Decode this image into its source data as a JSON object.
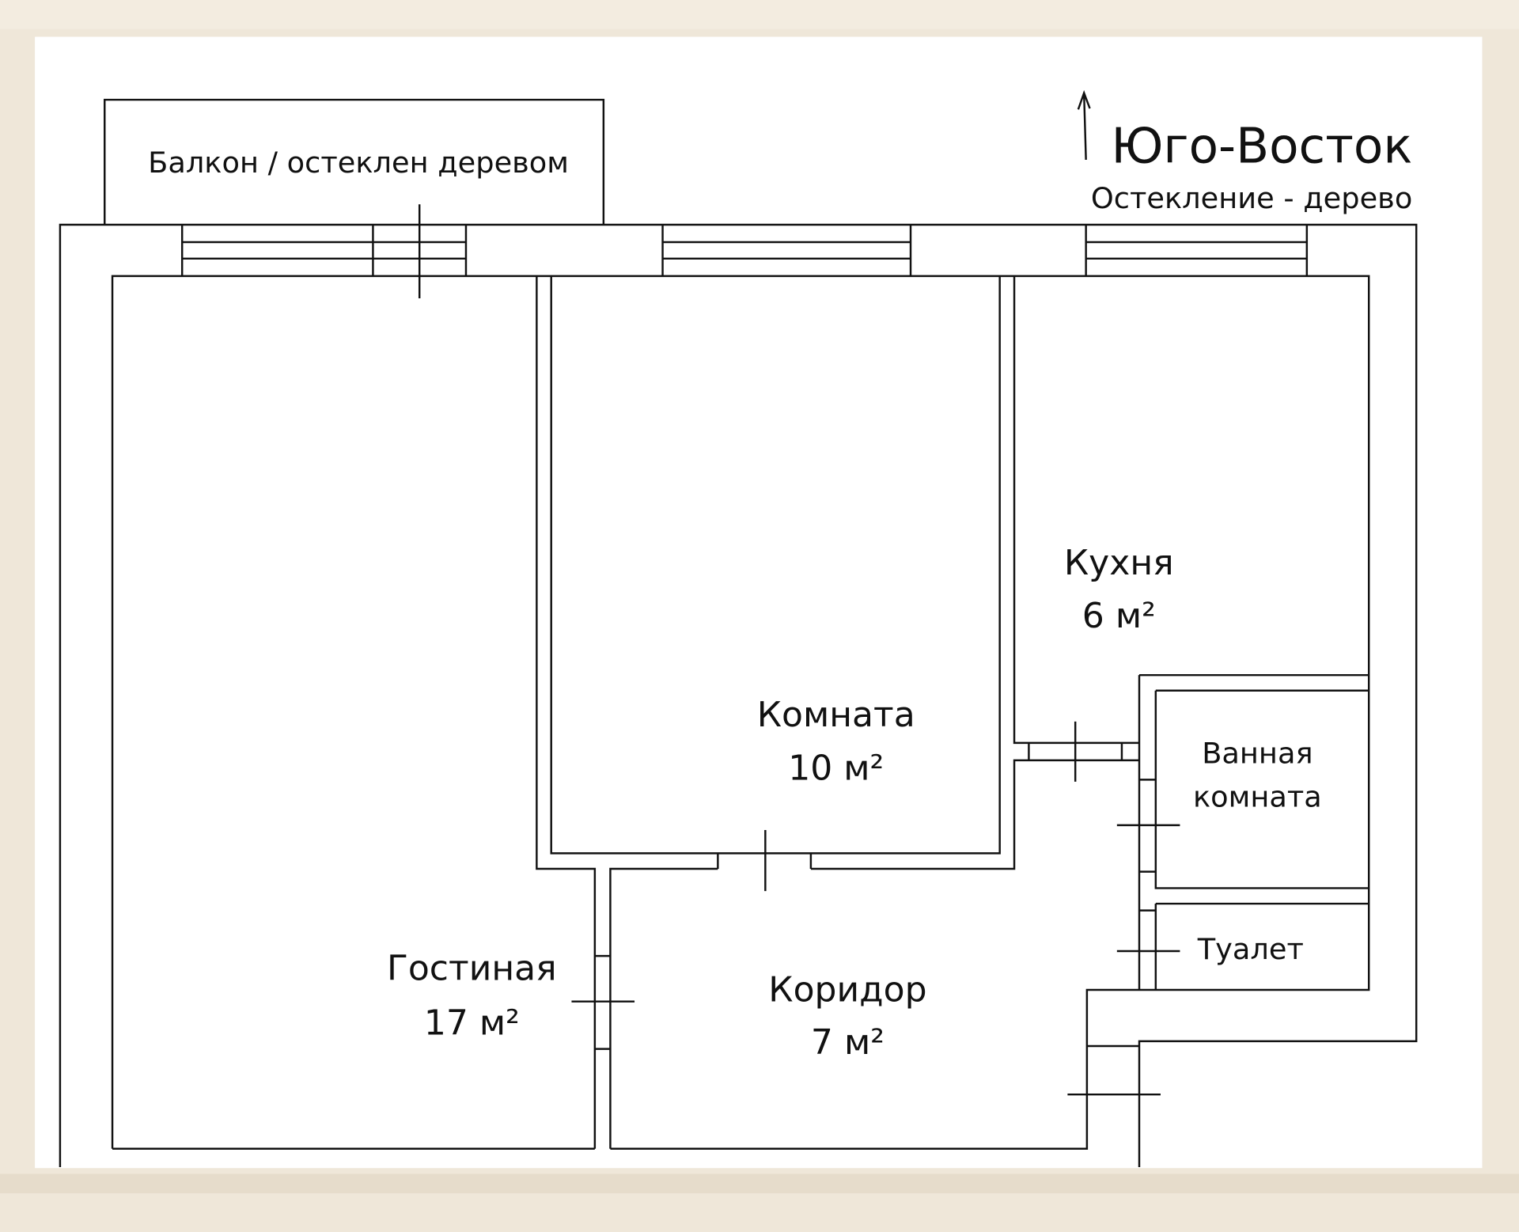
{
  "header": {
    "orientation": "Юго-Восток",
    "glazing": "Остекление - дерево"
  },
  "balcony": {
    "label": "Балкон / остеклен деревом"
  },
  "rooms": [
    {
      "name": "Гостиная",
      "area": "17 м²"
    },
    {
      "name": "Комната",
      "area": "10 м²"
    },
    {
      "name": "Кухня",
      "area": "6 м²"
    },
    {
      "name": "Коридор",
      "area": "7 м²"
    },
    {
      "name": "Ванная",
      "name2": "комната"
    },
    {
      "name": "Туалет"
    }
  ],
  "colors": {
    "frame": "#efe7d9",
    "paper": "#ffffff",
    "line": "#111111"
  }
}
